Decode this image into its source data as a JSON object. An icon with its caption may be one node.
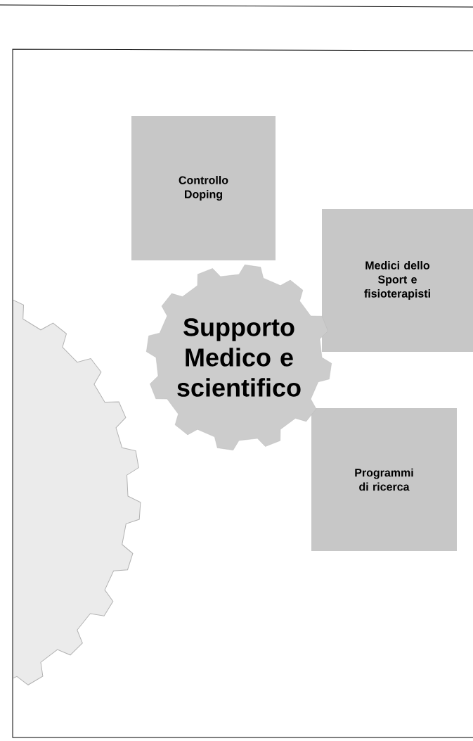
{
  "diagram": {
    "nodes": [
      {
        "text": [
          "Controllo Doping"
        ]
      },
      {
        "text": [
          "Medici dello Sport e fisioterapisti"
        ]
      },
      {
        "text": [
          "Supporto Medico e scientifico"
        ]
      },
      {
        "text": [],
        "shape": "gear"
      },
      {
        "text": [
          "Programmi di ricerca"
        ]
      }
    ]
  }
}
